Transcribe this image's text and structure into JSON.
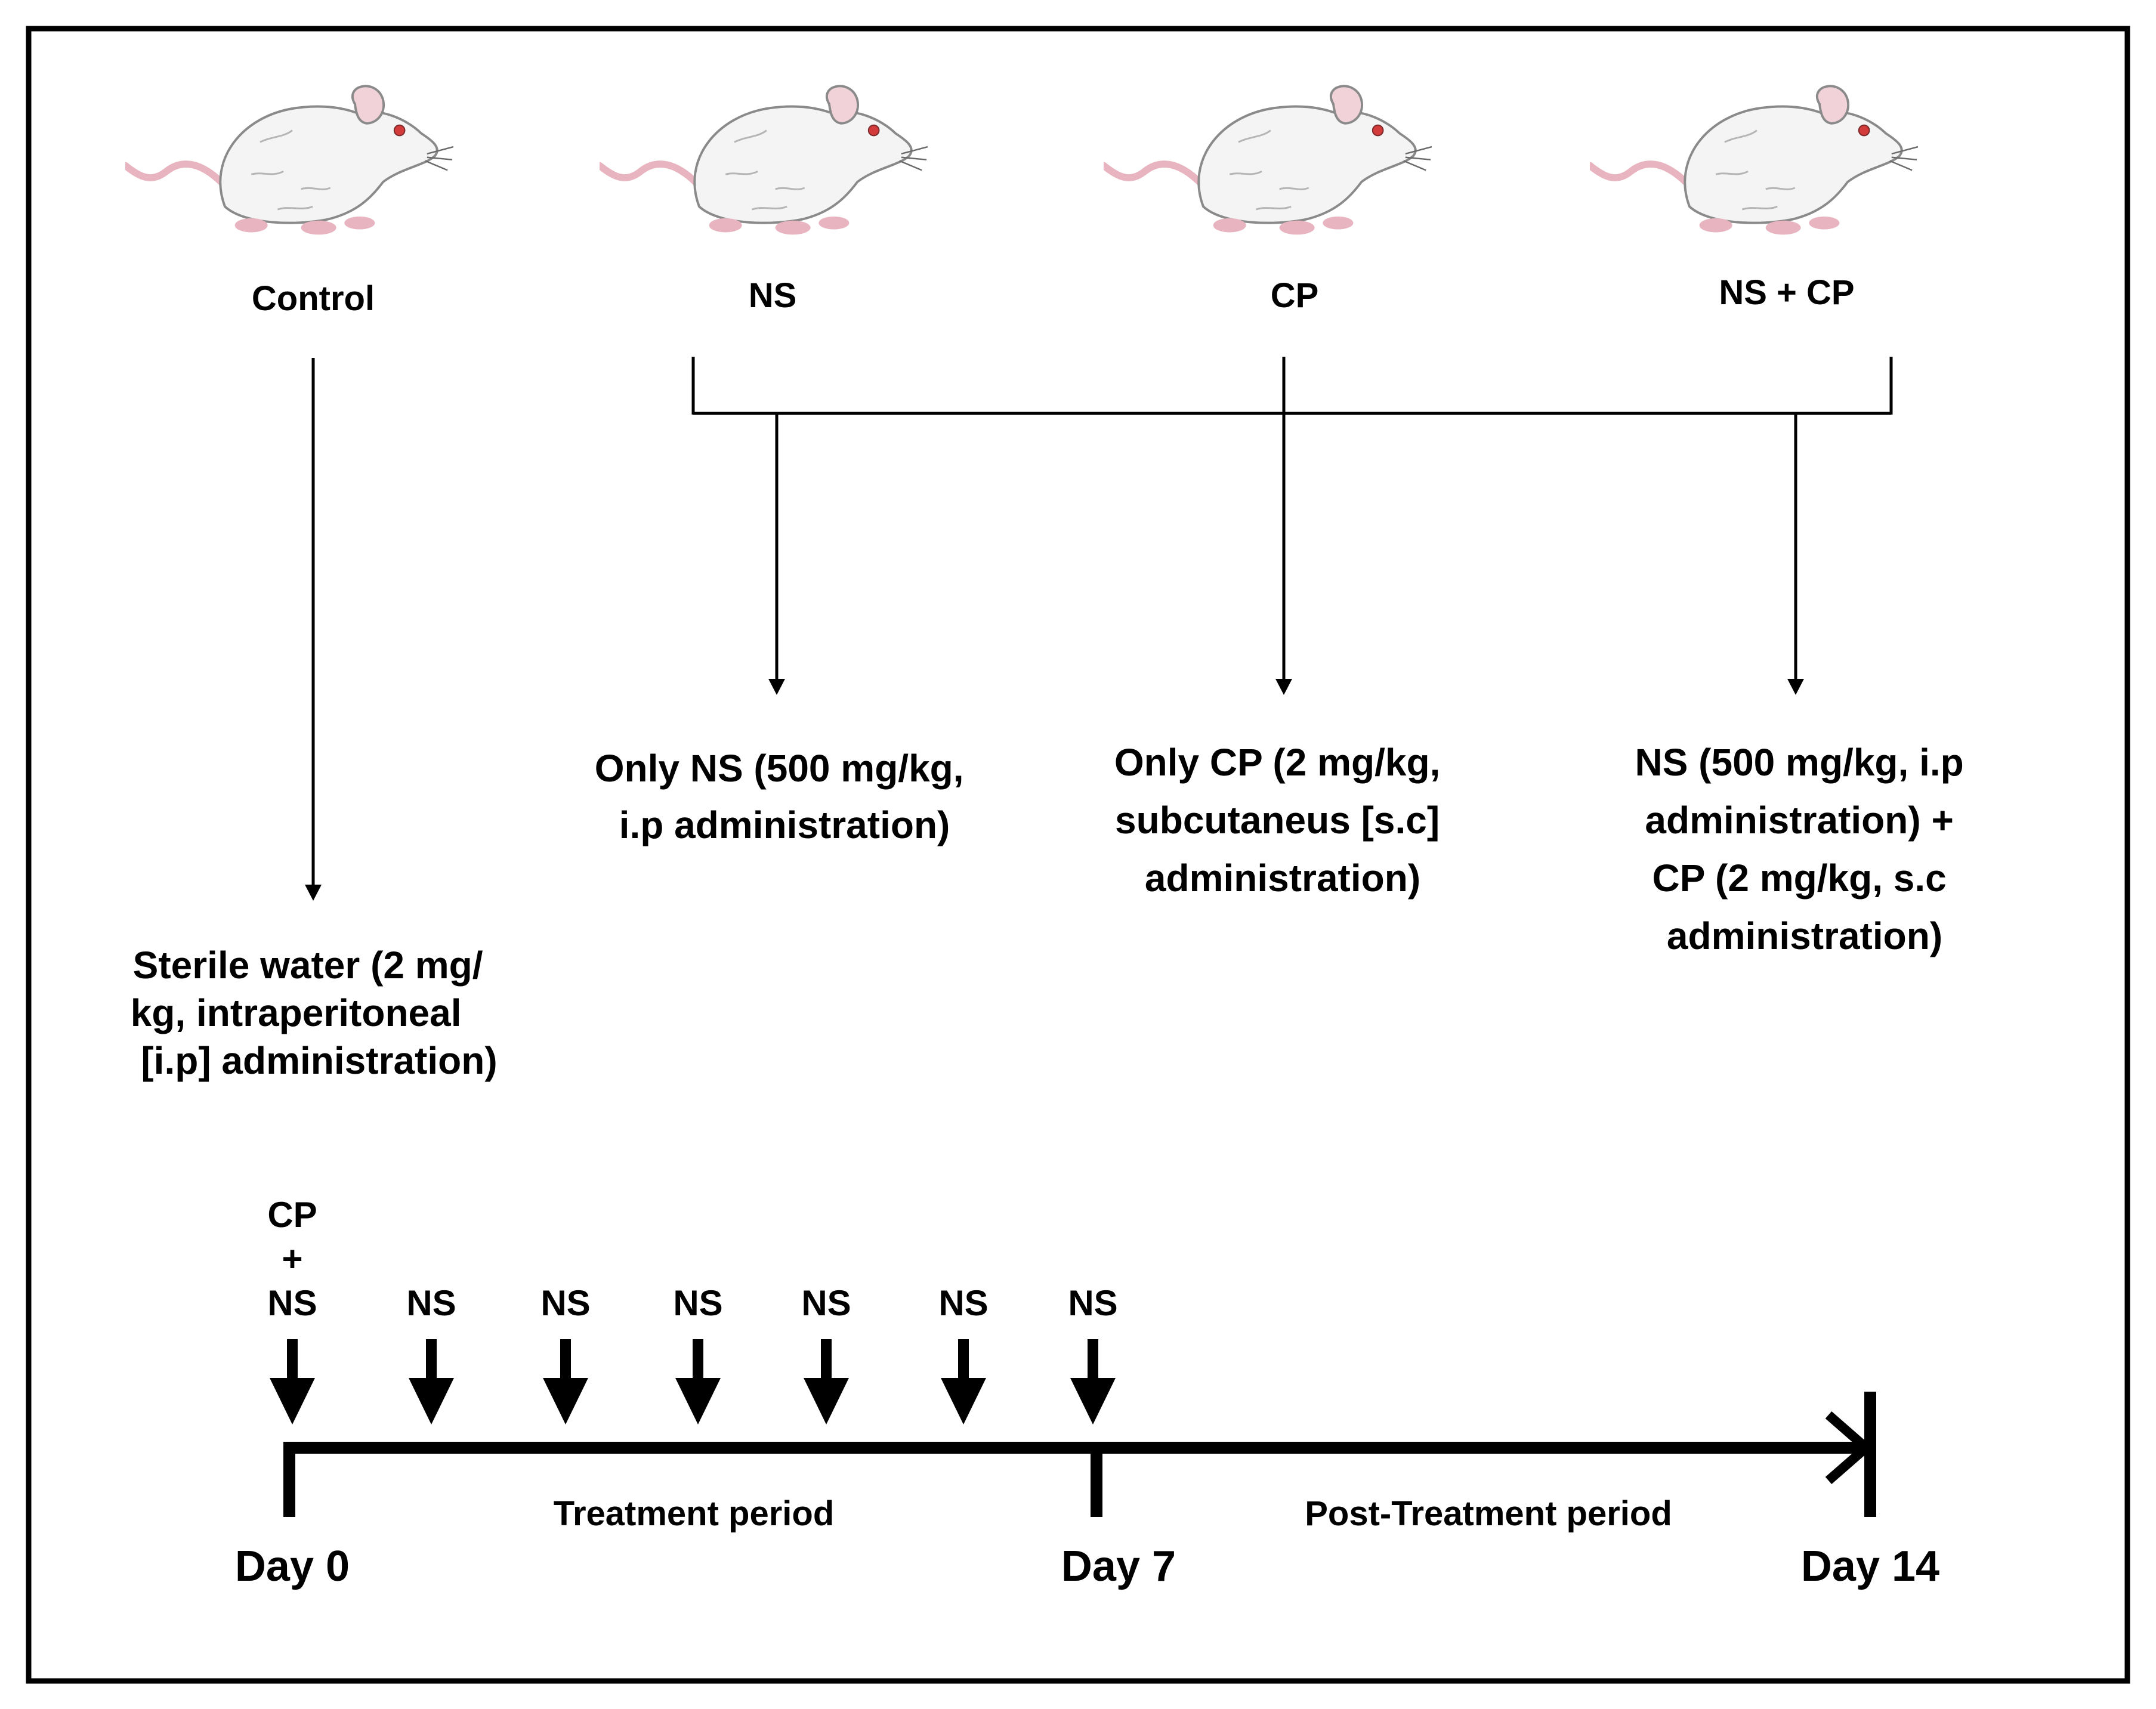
{
  "colors": {
    "ink": "#000000",
    "background": "#ffffff",
    "mouse_body": "#f4f4f4",
    "mouse_outline": "#8a8a8a",
    "mouse_pink": "#e8b4bf",
    "mouse_eye": "#d33a3a"
  },
  "icons": [
    "mouse-icon"
  ],
  "groups": [
    {
      "id": "control",
      "label": "Control",
      "treatment": [
        "Sterile water (2 mg/",
        "kg, intraperitoneal",
        "[i.p] administration)"
      ]
    },
    {
      "id": "ns",
      "label": "NS",
      "treatment": [
        "Only NS (500 mg/kg,",
        "i.p administration)"
      ]
    },
    {
      "id": "cp",
      "label": "CP",
      "treatment": [
        "Only CP (2 mg/kg,",
        "subcutaneus [s.c]",
        "administration)"
      ]
    },
    {
      "id": "ns-cp",
      "label": "NS + CP",
      "treatment": [
        "NS (500 mg/kg, i.p",
        "administration) +",
        "CP (2 mg/kg, s.c",
        "administration)"
      ]
    }
  ],
  "timeline": {
    "doses": [
      {
        "label": [
          "CP",
          "+",
          "NS"
        ]
      },
      {
        "label": [
          "NS"
        ]
      },
      {
        "label": [
          "NS"
        ]
      },
      {
        "label": [
          "NS"
        ]
      },
      {
        "label": [
          "NS"
        ]
      },
      {
        "label": [
          "NS"
        ]
      },
      {
        "label": [
          "NS"
        ]
      }
    ],
    "days": [
      "Day 0",
      "Day 7",
      "Day 14"
    ],
    "periods": [
      "Treatment period",
      "Post-Treatment period"
    ]
  }
}
